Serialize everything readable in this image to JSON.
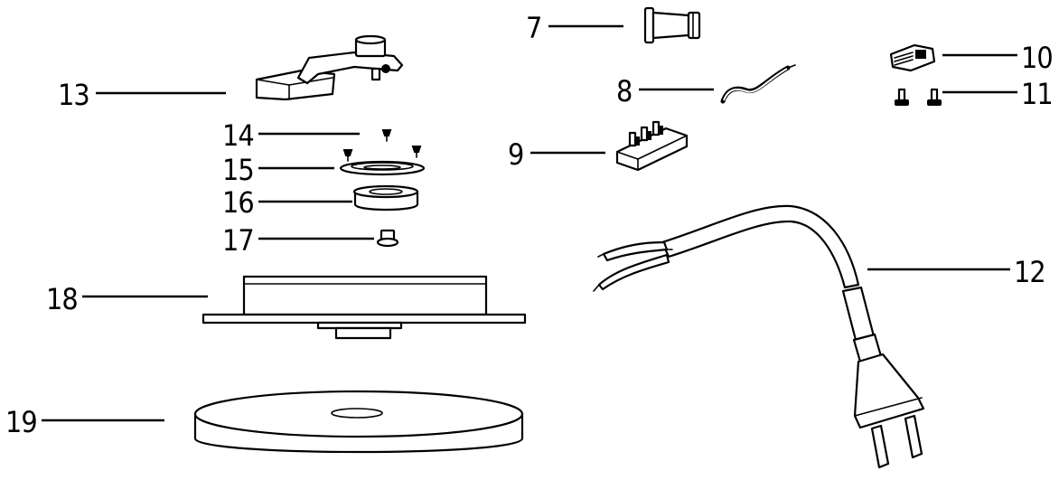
{
  "callouts": [
    {
      "key": "p7",
      "number": "7"
    },
    {
      "key": "p8",
      "number": "8"
    },
    {
      "key": "p9",
      "number": "9"
    },
    {
      "key": "p10",
      "number": "10"
    },
    {
      "key": "p11",
      "number": "11"
    },
    {
      "key": "p12",
      "number": "12"
    },
    {
      "key": "p13",
      "number": "13"
    },
    {
      "key": "p14",
      "number": "14"
    },
    {
      "key": "p15",
      "number": "15"
    },
    {
      "key": "p16",
      "number": "16"
    },
    {
      "key": "p17",
      "number": "17"
    },
    {
      "key": "p18",
      "number": "18"
    },
    {
      "key": "p19",
      "number": "19"
    }
  ],
  "colors": {
    "line": "#000000",
    "background": "#ffffff"
  }
}
